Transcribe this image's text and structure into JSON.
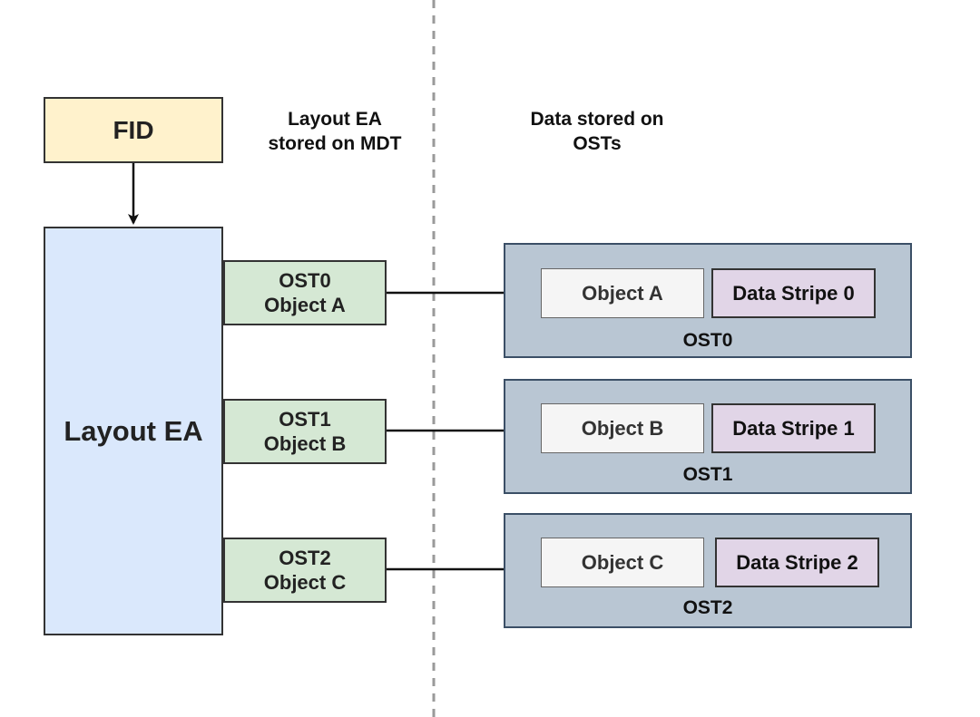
{
  "fid": {
    "label": "FID"
  },
  "layout_ea": {
    "label": "Layout EA"
  },
  "headers": {
    "mdt_line1": "Layout EA",
    "mdt_line2": "stored on MDT",
    "ost_line1": "Data stored on",
    "ost_line2": "OSTs"
  },
  "layout_entries": [
    {
      "ost": "OST0",
      "object": "Object A"
    },
    {
      "ost": "OST1",
      "object": "Object B"
    },
    {
      "ost": "OST2",
      "object": "Object C"
    }
  ],
  "osts": [
    {
      "name": "OST0",
      "object": "Object A",
      "stripe": "Data Stripe 0"
    },
    {
      "name": "OST1",
      "object": "Object B",
      "stripe": "Data Stripe 1"
    },
    {
      "name": "OST2",
      "object": "Object C",
      "stripe": "Data Stripe 2"
    }
  ],
  "colors": {
    "fid_fill": "#fff2cc",
    "layout_fill": "#dae8fc",
    "entry_fill": "#d5e8d4",
    "ost_fill": "#b9c6d3",
    "object_fill": "#f5f5f5",
    "stripe_fill": "#e1d5e7"
  }
}
